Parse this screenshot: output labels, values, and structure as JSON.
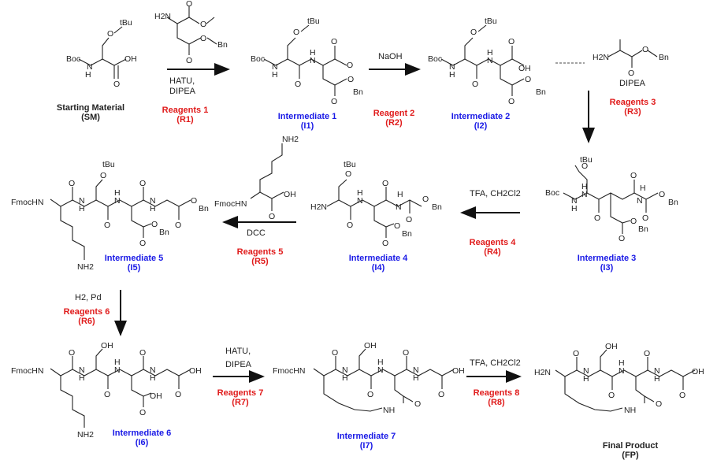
{
  "compounds": {
    "sm": {
      "name": "Starting Material",
      "code": "(SM)"
    },
    "i1": {
      "name": "Intermediate 1",
      "code": "(I1)"
    },
    "i2": {
      "name": "Intermediate 2",
      "code": "(I2)"
    },
    "i3": {
      "name": "Intermediate 3",
      "code": "(I3)"
    },
    "i4": {
      "name": "Intermediate 4",
      "code": "(I4)"
    },
    "i5": {
      "name": "Intermediate 5",
      "code": "(I5)"
    },
    "i6": {
      "name": "Intermediate 6",
      "code": "(I6)"
    },
    "i7": {
      "name": "Intermediate 7",
      "code": "(I7)"
    },
    "fp": {
      "name": "Final Product",
      "code": "(FP)"
    }
  },
  "reagents": {
    "r1": {
      "name": "Reagents 1",
      "code": "(R1)",
      "conditions": [
        "HATU,",
        "DIPEA"
      ]
    },
    "r2": {
      "name": "Reagent 2",
      "code": "(R2)",
      "conditions": [
        "NaOH"
      ]
    },
    "r3": {
      "name": "Reagents 3",
      "code": "(R3)",
      "conditions": [
        "DIPEA"
      ]
    },
    "r4": {
      "name": "Reagents 4",
      "code": "(R4)",
      "conditions": [
        "TFA, CH2Cl2"
      ]
    },
    "r5": {
      "name": "Reagents 5",
      "code": "(R5)",
      "conditions": [
        "DCC"
      ]
    },
    "r6": {
      "name": "Reagents 6",
      "code": "(R6)",
      "conditions": [
        "H2, Pd"
      ]
    },
    "r7": {
      "name": "Reagents 7",
      "code": "(R7)",
      "conditions": [
        "HATU,",
        "DIPEA"
      ]
    },
    "r8": {
      "name": "Reagents 8",
      "code": "(R8)",
      "conditions": [
        "TFA, CH2Cl2"
      ]
    }
  },
  "atoms": {
    "tbu": "tBu",
    "boc": "Boc",
    "fmochn": "FmocHN",
    "oh": "OH",
    "o": "O",
    "h": "H",
    "n": "N",
    "nh": "NH",
    "h2n": "H2N",
    "nh2": "NH2",
    "bn": "Bn"
  },
  "colors": {
    "compound_label": "#1a1ae6",
    "reagent_label": "#e01b1b",
    "text": "#222222"
  }
}
